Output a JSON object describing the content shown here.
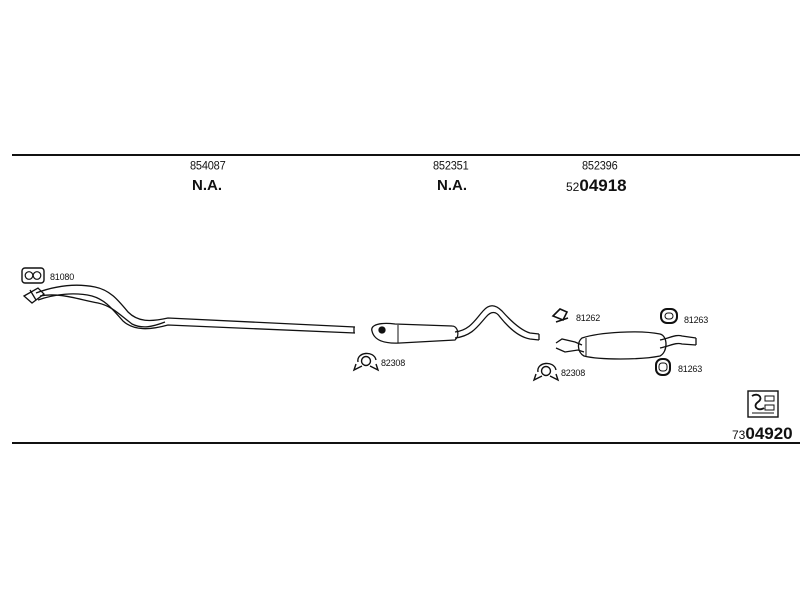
{
  "columns": [
    {
      "part_number": "854087",
      "status": "N.A."
    },
    {
      "part_number": "852351",
      "status": "N.A."
    },
    {
      "part_number": "852396",
      "code_prefix": "52",
      "code_main": "04918"
    }
  ],
  "part_labels": {
    "gasket": "81080",
    "clamp_front": "82308",
    "clamp_rear": "82308",
    "mount_a": "81262",
    "hanger_top": "81263",
    "hanger_bottom": "81263"
  },
  "kit_code": {
    "prefix": "73",
    "main": "04920"
  },
  "icons": [
    "gasket-icon",
    "clamp-icon",
    "rubber-mount-icon",
    "hanger-ring-icon",
    "kit-box-icon"
  ]
}
